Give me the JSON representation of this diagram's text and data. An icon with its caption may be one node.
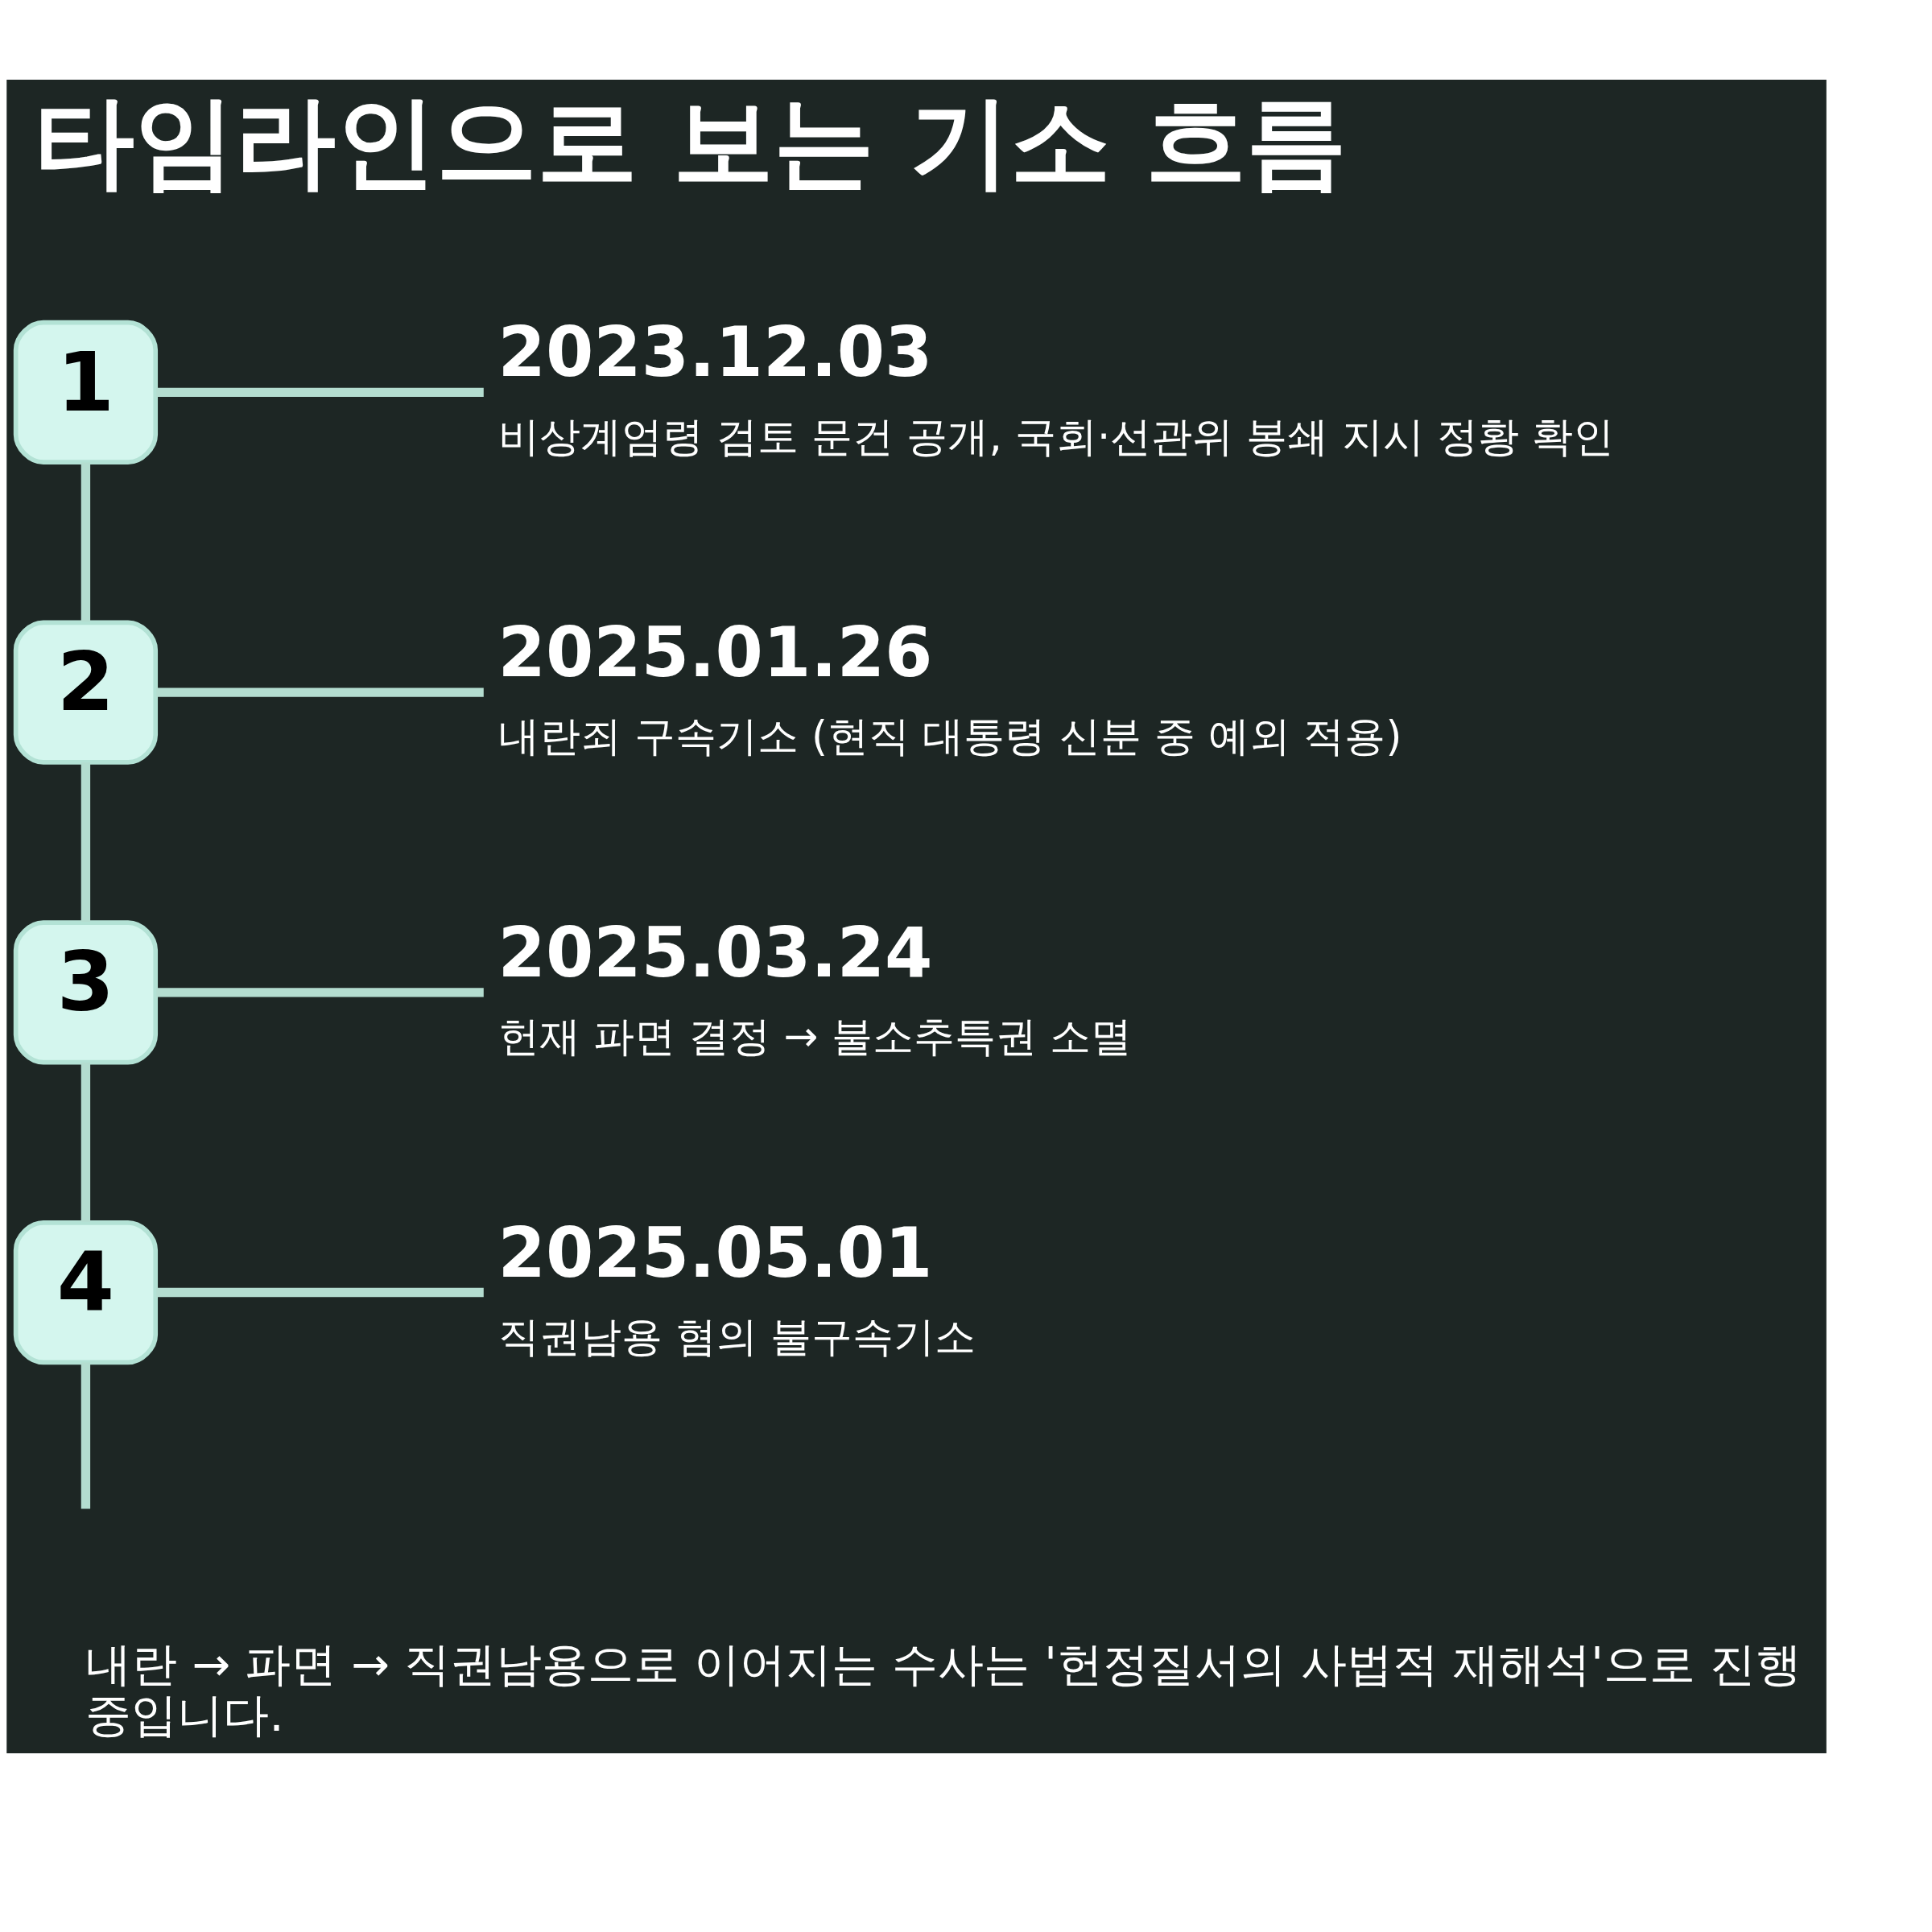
{
  "diagram": {
    "title": "타임라인으로 보는 기소 흐름",
    "caption": "내란 → 파면 → 직권남용으로 이어지는 수사는 '헌정질서의 사법적 재해석'으로 진행 중입니다.",
    "nodes": [
      {
        "text": [
          "1"
        ]
      },
      {
        "text": [
          "2"
        ]
      },
      {
        "text": [
          "3"
        ]
      },
      {
        "text": [
          "4"
        ]
      },
      {
        "text": [
          "2023.12.03",
          "비상계엄령 검토 문건 공개, 국회·선관위 봉쇄 지시 정황 확인"
        ]
      },
      {
        "text": [
          "2025.01.26",
          "내란죄 구속기소 (현직 대통령 신분 중 예외 적용)"
        ]
      },
      {
        "text": [
          "2025.03.24",
          "헌재 파면 결정 → 불소추특권 소멸"
        ]
      },
      {
        "text": [
          "2025.05.01",
          "직권남용 혐의 불구속기소"
        ]
      }
    ],
    "edges": [
      {
        "from": 0,
        "to": 4,
        "arrow": "none"
      },
      {
        "from": 0,
        "to": 1,
        "arrow": "none"
      },
      {
        "from": 1,
        "to": 5,
        "arrow": "none"
      },
      {
        "from": 1,
        "to": 2,
        "arrow": "none"
      },
      {
        "from": 2,
        "to": 6,
        "arrow": "none"
      },
      {
        "from": 2,
        "to": 3,
        "arrow": "none"
      },
      {
        "from": 3,
        "to": 7,
        "arrow": "none"
      },
      {
        "from": 3,
        "to": null,
        "arrow": "none"
      }
    ]
  }
}
